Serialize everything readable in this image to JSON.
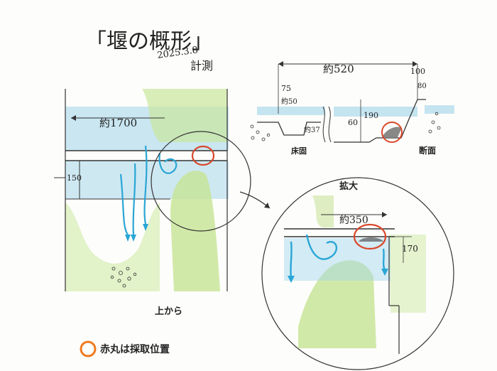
{
  "title": "「堰の概形」",
  "date": "2025.3.8",
  "author": "計測",
  "plan_view": {
    "width_label": "約1700",
    "width_150": "150",
    "caption": "上から"
  },
  "section_view": {
    "total_label": "約520",
    "d75": "75",
    "d50": "約50",
    "d37": "約37",
    "d60": "60",
    "d190": "190",
    "d100": "100",
    "d80": "80",
    "floor_label": "床固",
    "caption": "断面"
  },
  "zoom_view": {
    "caption": "拡大",
    "d350": "約350",
    "d170": "170"
  },
  "legend": {
    "text": "赤丸は採取位置",
    "color": "#f07a1e"
  },
  "colors": {
    "water": "#7fc7e6",
    "grass": "#b9dd86",
    "arrow": "#2aa6d6",
    "sample_circle": "#d9482b"
  }
}
